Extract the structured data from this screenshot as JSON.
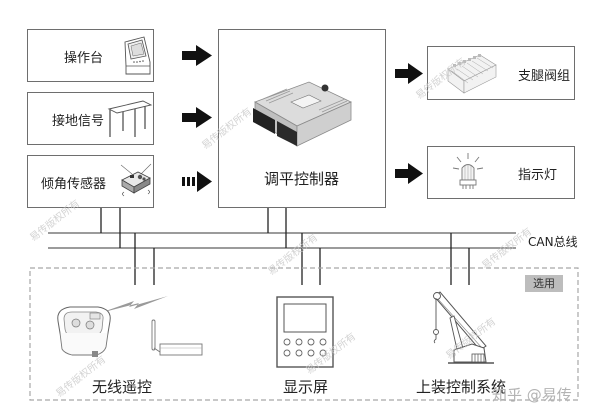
{
  "inputs": [
    {
      "label": "操作台",
      "icon": "console-icon"
    },
    {
      "label": "接地信号",
      "icon": "outrigger-table-icon"
    },
    {
      "label": "倾角传感器",
      "icon": "tilt-sensor-icon"
    }
  ],
  "controller": {
    "label": "调平控制器",
    "icon": "ecu-module-icon"
  },
  "outputs": [
    {
      "label": "支腿阀组",
      "icon": "valve-bank-icon"
    },
    {
      "label": "指示灯",
      "icon": "warning-light-icon"
    }
  ],
  "bus": {
    "label": "CAN总线"
  },
  "optional_group": {
    "badge": "选用",
    "items": [
      {
        "label": "无线遥控",
        "icon": "wireless-remote-icon"
      },
      {
        "label": "显示屏",
        "icon": "display-panel-icon"
      },
      {
        "label": "上装控制系统",
        "icon": "crane-icon"
      }
    ]
  },
  "watermark": "易传版权所有",
  "credit": "知乎 @易传",
  "colors": {
    "border": "#6e6e6e",
    "bus": "#7a7a7a",
    "arrow": "#111111",
    "badge": "#bdbdbd",
    "dashed": "#a8a8a8"
  }
}
